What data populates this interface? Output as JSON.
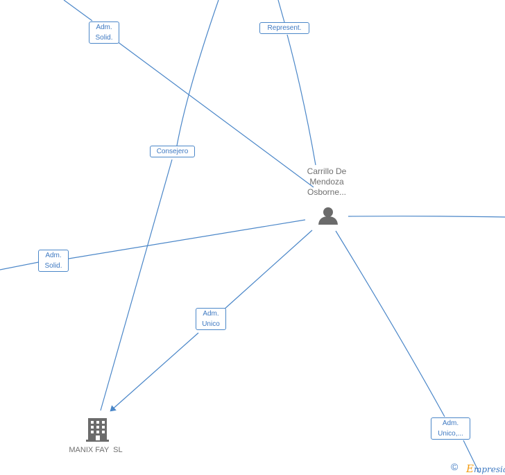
{
  "diagram": {
    "line_color": "#4a86c8",
    "person_node": {
      "label": "Carrillo De\nMendoza\nOsborne...",
      "icon": "person-icon"
    },
    "company_node": {
      "label": "MANIX FAY  SL",
      "icon": "building-icon"
    },
    "edge_labels": {
      "adm_solid_top": "Adm.\nSolid.",
      "represent": "Represent.",
      "consejero": "Consejero",
      "adm_solid_left": "Adm.\nSolid.",
      "adm_unico": "Adm.\nUnico",
      "adm_unico_bottom": "Adm.\nUnico,..."
    }
  },
  "footer": {
    "copyright_symbol": "©",
    "brand_first": "E",
    "brand_rest": "mpresia",
    "brand_color": "#f39c12"
  }
}
